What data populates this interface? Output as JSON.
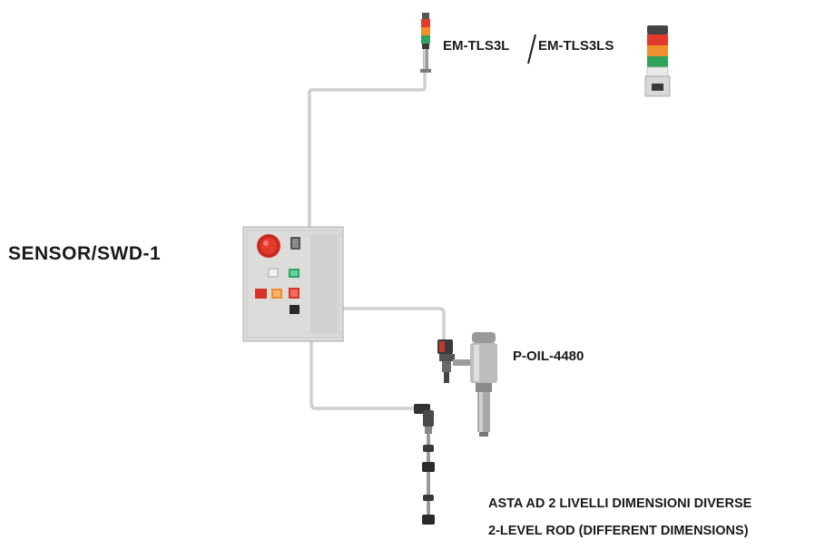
{
  "labels": {
    "controller": "SENSOR/SWD-1",
    "beacon_left": "EM-TLS3L",
    "beacon_right": "EM-TLS3LS",
    "pump": "P-OIL-4480",
    "rod_line1": "ASTA AD 2 LIVELLI DIMENSIONI DIVERSE",
    "rod_line2": "2-LEVEL ROD (DIFFERENT DIMENSIONS)"
  },
  "colors": {
    "cable": "#c9c9c9",
    "panel": "#d9d9d7",
    "estop": "#d42a1e",
    "lamp_green": "#2fa36b",
    "lamp_red": "#d8322a",
    "lamp_orange": "#f08a2c"
  }
}
